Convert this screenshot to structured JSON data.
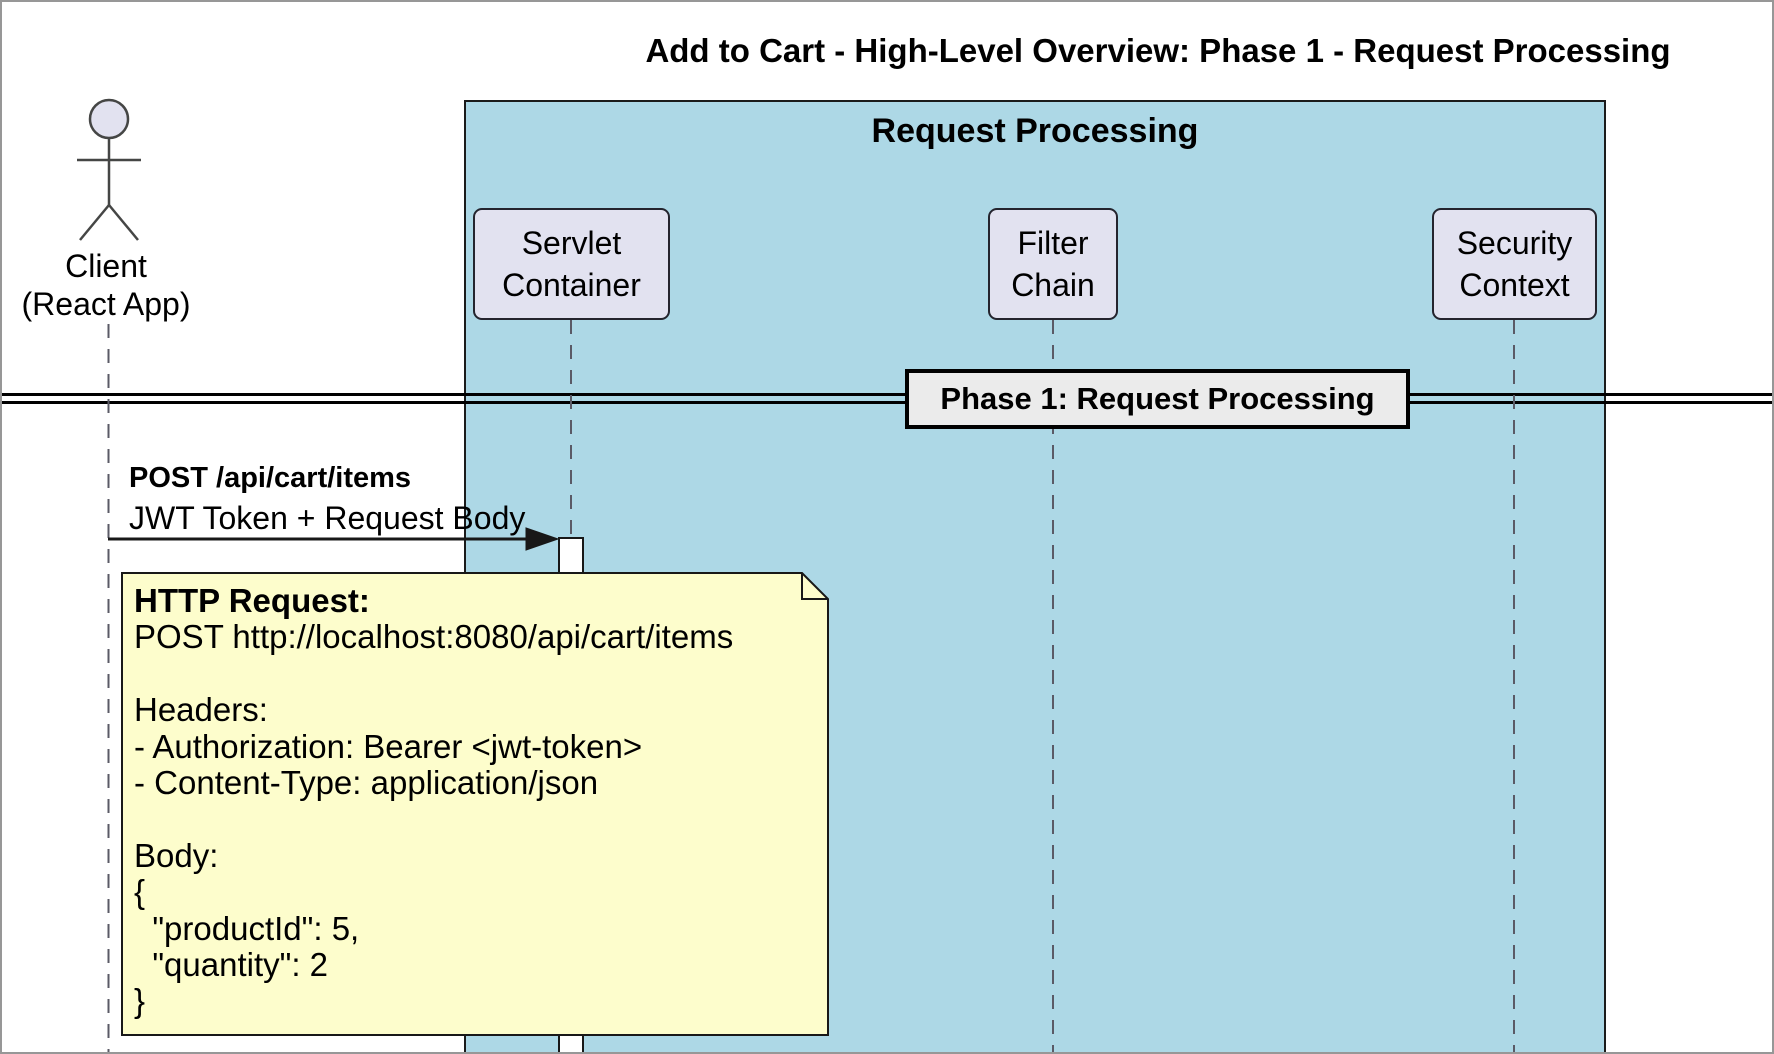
{
  "title": "Add to Cart - High-Level Overview: Phase 1 - Request Processing",
  "frame": {
    "label": "Request Processing"
  },
  "actor": {
    "line1": "Client",
    "line2": "(React App)"
  },
  "participants": [
    {
      "line1": "Servlet",
      "line2": "Container"
    },
    {
      "line1": "Filter",
      "line2": "Chain"
    },
    {
      "line1": "Security",
      "line2": "Context"
    }
  ],
  "divider": {
    "label": "Phase 1: Request Processing"
  },
  "message": {
    "line1": "POST /api/cart/items",
    "line2": "JWT Token + Request Body"
  },
  "note": {
    "lines": [
      "HTTP Request:",
      "POST http://localhost:8080/api/cart/items",
      "",
      "Headers:",
      "- Authorization: Bearer <jwt-token>",
      "- Content-Type: application/json",
      "",
      "Body:",
      "{",
      "  \"productId\": 5,",
      "  \"quantity\": 2",
      "}"
    ]
  },
  "colors": {
    "frame_fill": "#ADD8E6",
    "participant_fill": "#E2E2F0",
    "note_fill": "#FDFDCC",
    "divider_fill": "#EBEBEB",
    "border": "#181818",
    "lifeline": "#5A5A66"
  }
}
